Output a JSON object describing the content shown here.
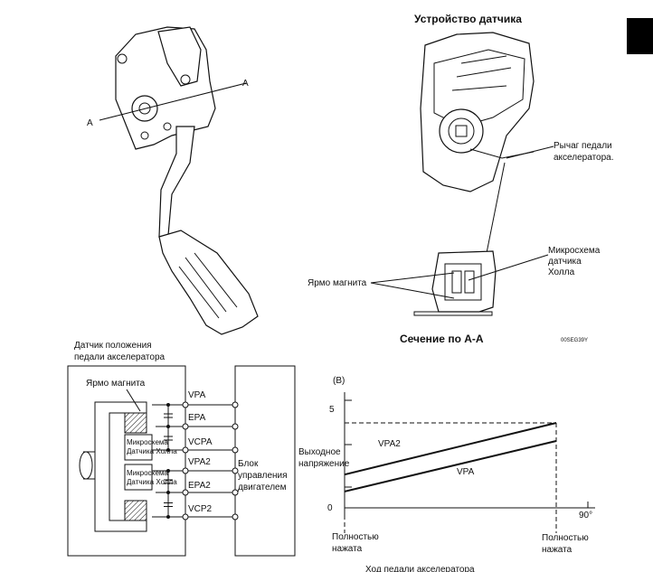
{
  "pedal": {
    "section_mark_left": "A",
    "section_mark_right": "A"
  },
  "sensor_device": {
    "title": "Устройство датчика",
    "lever_label": [
      "Рычаг педали",
      "акселератора."
    ],
    "hall_label": [
      "Микросхема",
      "датчика",
      "Холла"
    ],
    "yoke_label": "Ярмо магнита",
    "section_title": "Сечение по А-А",
    "figure_code": "00SEG39Y"
  },
  "circuit": {
    "sensor_title": [
      "Датчик положения",
      "педали акселератора"
    ],
    "yoke_label": "Ярмо магнита",
    "hall_chip_label": [
      "Микросхема",
      "Датчика Холла"
    ],
    "terminals": [
      "VPA",
      "EPA",
      "VCPA",
      "VPA2",
      "EPA2",
      "VCP2"
    ],
    "ecu_label": [
      "Блок",
      "управления",
      "двигателем"
    ]
  },
  "graph": {
    "unit_label": "(В)",
    "ylabel": [
      "Выходное",
      "напряжение"
    ],
    "xlabel": "Ход педали акселератора",
    "y_ticks": [
      "0",
      "5"
    ],
    "x_end_label": "90°",
    "x_start_label": [
      "Полностью",
      "нажата"
    ],
    "x_full_label": [
      "Полностью",
      "нажата"
    ],
    "ylim": [
      0,
      5
    ],
    "series": [
      {
        "name": "VPA2",
        "values": [
          1.55,
          3.95
        ]
      },
      {
        "name": "VPA",
        "values": [
          0.76,
          3.11
        ]
      }
    ]
  },
  "colors": {
    "ink": "#111111",
    "tab": "#000000"
  }
}
